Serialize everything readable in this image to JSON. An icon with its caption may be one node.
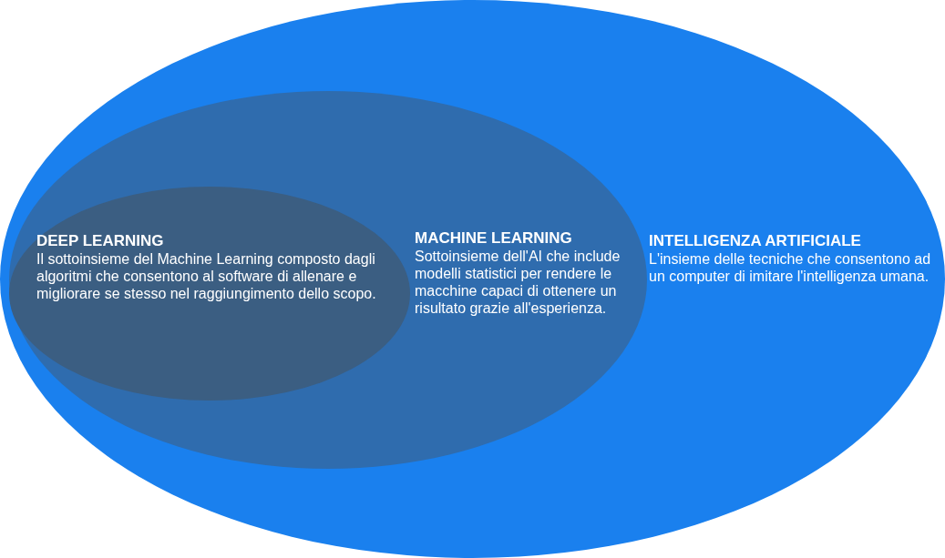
{
  "diagram": {
    "nodes": [
      {
        "text": [
          "INTELLIGENZA ARTIFICIALE",
          "L'insieme delle tecniche che consentono ad un computer di imitare l'intelligenza umana."
        ]
      },
      {
        "text": [
          "MACHINE LEARNING",
          "Sottoinsieme dell'AI che include modelli statistici per rendere le macchine capaci di ottenere un risultato grazie all'esperienza."
        ],
        "in": 0
      },
      {
        "text": [
          "DEEP LEARNING",
          "Il sottoinsieme del Machine Learning composto dagli algoritmi che consentono al software di allenare e migliorare se stesso nel raggiungimento dello scopo."
        ],
        "in": 1
      }
    ]
  }
}
